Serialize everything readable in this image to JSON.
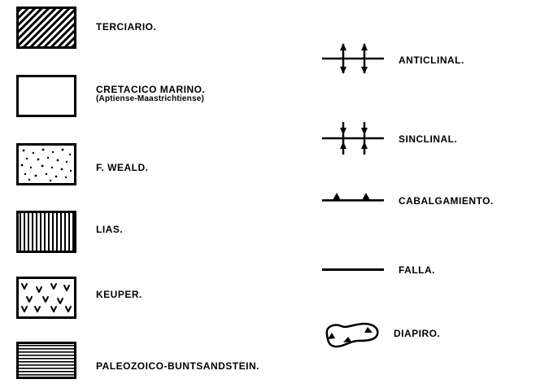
{
  "legend_left": {
    "terciario": "TERCIARIO.",
    "cretacico": "CRETACICO MARINO.",
    "cretacico_sub": "(Aptiense-Maastrichtiense)",
    "weald": "F. WEALD.",
    "lias": "LIAS.",
    "keuper": "KEUPER.",
    "paleozoico": "PALEOZOICO-BUNTSANDSTEIN."
  },
  "legend_right": {
    "anticlinal": "ANTICLINAL.",
    "sinclinal": "SINCLINAL.",
    "cabalgamiento": "CABALGAMIENTO.",
    "falla": "FALLA.",
    "diapiro": "DIAPIRO."
  },
  "symbols": {
    "terciario": "diagonal-hatch",
    "cretacico": "blank",
    "weald": "stipple-dots",
    "lias": "vertical-lines",
    "keuper": "v-marks",
    "paleozoico": "horizontal-lines",
    "anticlinal": "anticline-symbol-icon",
    "sinclinal": "syncline-symbol-icon",
    "cabalgamiento": "thrust-fault-symbol-icon",
    "falla": "fault-line-symbol-icon",
    "diapiro": "diapir-outline-icon"
  }
}
